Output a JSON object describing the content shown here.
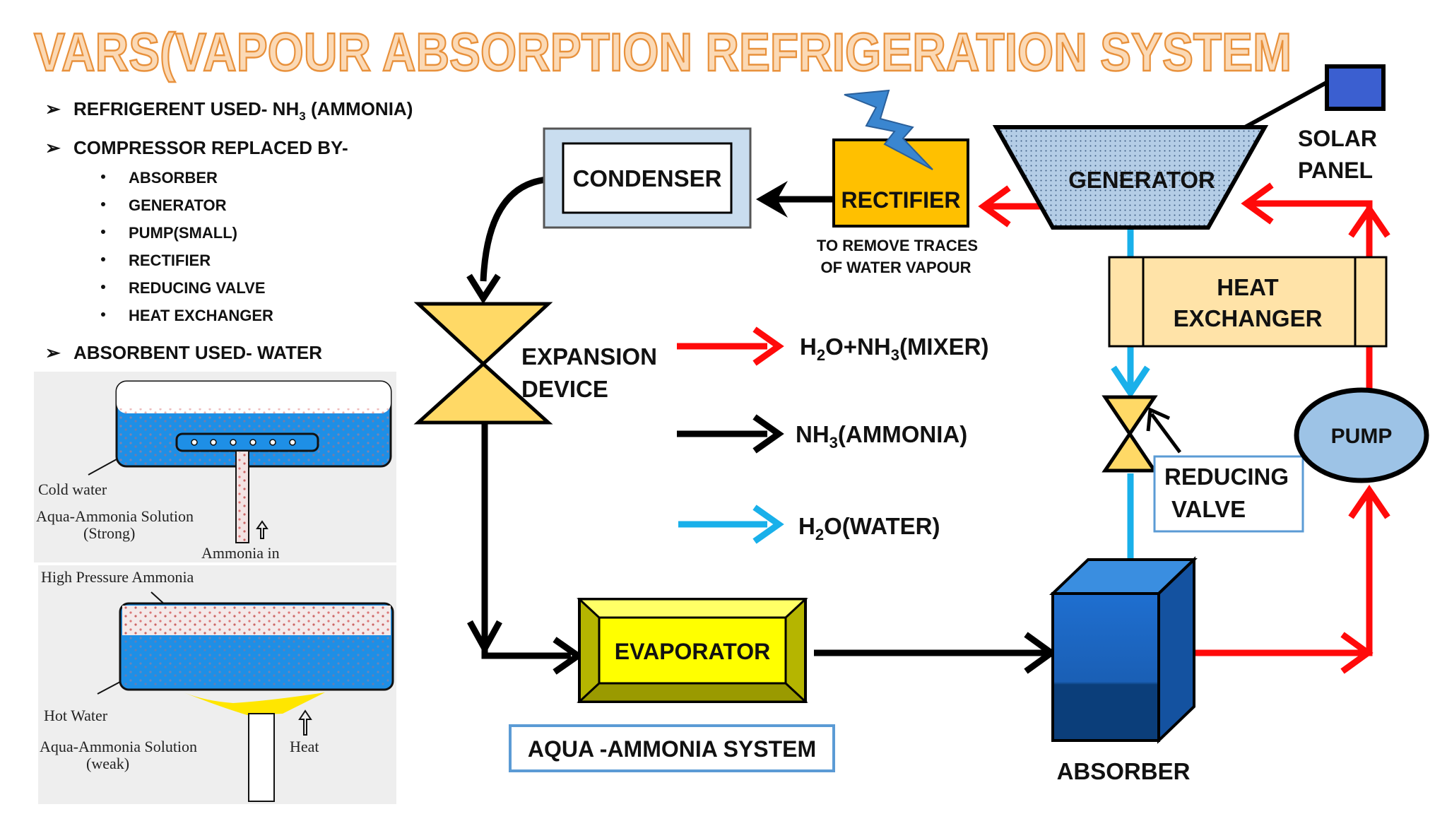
{
  "title": "VARS(VAPOUR ABSORPTION REFRIGERATION SYSTEM",
  "colors": {
    "title_orange": "#F4A55A",
    "red_flow": "#FF0A0A",
    "black_flow": "#000000",
    "blue_flow": "#19B0EA",
    "yellow": "#FFD966",
    "rectifier": "#FFC000",
    "evaporator": "#FFFF00",
    "generator": "#B4CDE6",
    "pump": "#9DC3E6",
    "absorber": "#1F6FD0"
  },
  "left_panel": {
    "bullet1": {
      "text": "REFRIGERENT USED- NH",
      "sub": "3",
      "tail": " (AMMONIA)"
    },
    "bullet2": "COMPRESSOR REPLACED BY-",
    "sub_items": [
      "ABSORBER",
      "GENERATOR",
      "PUMP(SMALL)",
      "RECTIFIER",
      "REDUCING VALVE",
      "HEAT EXCHANGER"
    ],
    "bullet3": "ABSORBENT USED- WATER"
  },
  "photo_top": {
    "cold_water": "Cold water",
    "solution_line1": "Aqua-Ammonia Solution",
    "solution_line2": "(Strong)",
    "ammonia_in": "Ammonia in"
  },
  "photo_bottom": {
    "high_pressure": "High Pressure Ammonia",
    "hot_water": "Hot Water",
    "solution_line1": "Aqua-Ammonia Solution",
    "solution_line2": "(weak)",
    "heat": "Heat"
  },
  "components": {
    "condenser": "CONDENSER",
    "rectifier": "RECTIFIER",
    "rectifier_note_line1": "TO REMOVE TRACES",
    "rectifier_note_line2": "OF WATER VAPOUR",
    "generator": "GENERATOR",
    "solar_line1": "SOLAR",
    "solar_line2": "PANEL",
    "heat_exchanger_line1": "HEAT",
    "heat_exchanger_line2": "EXCHANGER",
    "expansion_line1": "EXPANSION",
    "expansion_line2": "DEVICE",
    "pump": "PUMP",
    "reducing_line1": "REDUCING",
    "reducing_line2": "VALVE",
    "evaporator": "EVAPORATOR",
    "absorber": "ABSORBER",
    "system_label": "AQUA -AMMONIA SYSTEM"
  },
  "legend": {
    "mixer": {
      "a": "H",
      "sub1": "2",
      "b": "O+NH",
      "sub2": "3",
      "c": "(MIXER)"
    },
    "ammonia": {
      "a": "NH",
      "sub": "3",
      "b": "(AMMONIA)"
    },
    "water": {
      "a": "H",
      "sub": "2",
      "b": "O(WATER)"
    }
  }
}
